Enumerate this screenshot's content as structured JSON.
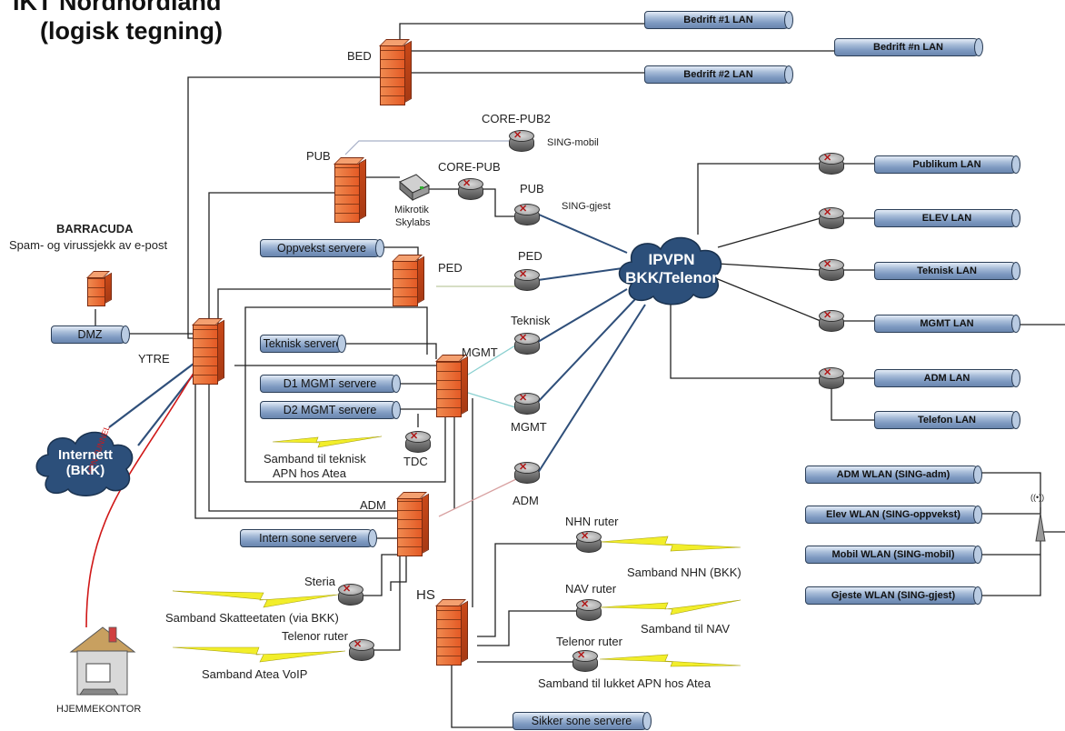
{
  "title": {
    "line1": "IKT Nordnordland",
    "line2": "(logisk tegning)"
  },
  "barracuda": {
    "name": "BARRACUDA",
    "desc": "Spam- og virussjekk av e-post"
  },
  "firewalls": {
    "bed": "BED",
    "pub": "PUB",
    "ped": "PED",
    "mgmt": "MGMT",
    "ytre": "YTRE",
    "adm": "ADM",
    "hs": "HS"
  },
  "routers": {
    "core_pub2": "CORE-PUB2",
    "sing_mobil": "SING-mobil",
    "core_pub": "CORE-PUB",
    "pub": "PUB",
    "sing_gjest": "SING-gjest",
    "ped": "PED",
    "teknisk": "Teknisk",
    "mgmt": "MGMT",
    "adm": "ADM",
    "tdc": "TDC",
    "nhn": "NHN ruter",
    "nav": "NAV ruter",
    "telenor": "Telenor ruter",
    "steria": "Steria",
    "telenor_left": "Telenor ruter"
  },
  "mikrotik": {
    "line1": "Mikrotik",
    "line2": "Skylabs"
  },
  "clouds": {
    "ipvpn_line1": "IPVPN",
    "ipvpn_line2": "BKK/Telenor",
    "internet_line1": "Internett",
    "internet_line2": "(BKK)"
  },
  "vpn_tunnel": "VPN TUNNEL",
  "hjemmekontor": "HJEMMEKONTOR",
  "lans_top": [
    "Bedrift #1 LAN",
    "Bedrift #n LAN",
    "Bedrift #2 LAN"
  ],
  "lans_right": [
    "Publikum LAN",
    "ELEV LAN",
    "Teknisk LAN",
    "MGMT LAN",
    "ADM LAN",
    "Telefon LAN"
  ],
  "servers": {
    "dmz": "DMZ",
    "oppvekst": "Oppvekst servere",
    "teknisk": "Teknisk servere",
    "d1": "D1 MGMT servere",
    "d2": "D2 MGMT servere",
    "intern": "Intern sone servere",
    "sikker": "Sikker sone servere"
  },
  "wlans": [
    "ADM WLAN (SING-adm)",
    "Elev WLAN (SING-oppvekst)",
    "Mobil WLAN (SING-mobil)",
    "Gjeste WLAN (SING-gjest)"
  ],
  "wlan_signal": "((•))",
  "links": {
    "teknisk_apn": {
      "line1": "Samband til teknisk",
      "line2": "APN hos Atea"
    },
    "nhn": "Samband NHN (BKK)",
    "nav": "Samband til NAV",
    "lukket_apn": "Samband til lukket APN hos Atea",
    "skatteetaten": "Samband Skatteetaten (via BKK)",
    "atea_voip": "Samband Atea VoIP"
  }
}
